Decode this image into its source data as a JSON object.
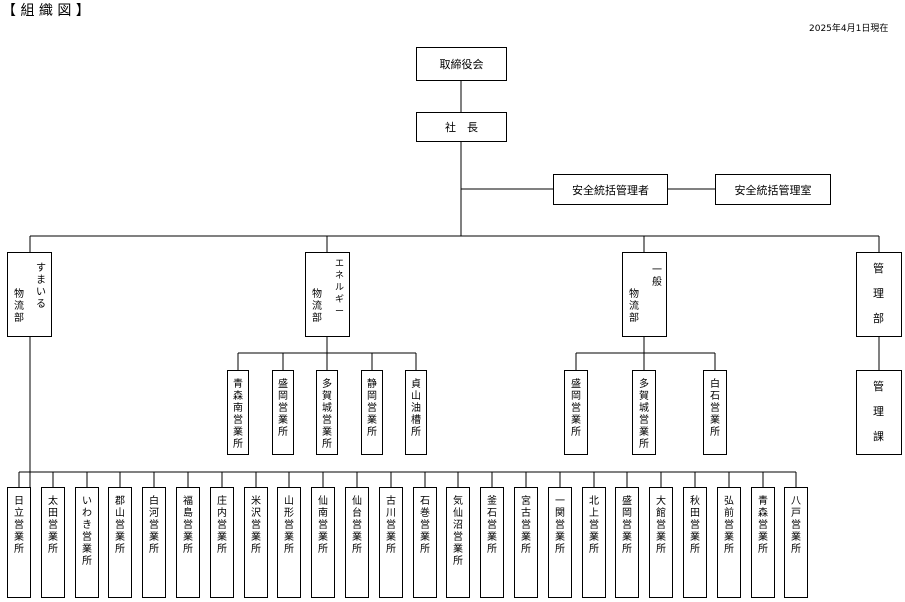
{
  "title": "【 組 織 図 】",
  "date": "2025年4月1日現在",
  "top": {
    "board": "取締役会",
    "president": "社　長",
    "safety_manager": "安全統括管理者",
    "safety_office": "安全統括管理室"
  },
  "departments": {
    "sumai": {
      "line1": "すまいる",
      "line2": "物流部"
    },
    "energy": {
      "line1": "エネルギー",
      "line2": "物流部"
    },
    "general": {
      "line1": "一般",
      "line2": "物流部"
    },
    "admin": {
      "name": "管理部"
    },
    "admin_section": {
      "name": "管理課"
    }
  },
  "energy_offices": [
    "青森南営業所",
    "盛岡営業所",
    "多賀城営業所",
    "静岡営業所",
    "貞山油槽所"
  ],
  "general_offices": [
    "盛岡営業所",
    "多賀城営業所",
    "白石営業所"
  ],
  "sumai_offices": [
    "日立営業所",
    "太田営業所",
    "いわき営業所",
    "郡山営業所",
    "白河営業所",
    "福島営業所",
    "庄内営業所",
    "米沢営業所",
    "山形営業所",
    "仙南営業所",
    "仙台営業所",
    "古川営業所",
    "石巻営業所",
    "気仙沼営業所",
    "釜石営業所",
    "宮古営業所",
    "一関営業所",
    "北上営業所",
    "盛岡営業所",
    "大館営業所",
    "秋田営業所",
    "弘前営業所",
    "青森営業所",
    "八戸営業所"
  ]
}
